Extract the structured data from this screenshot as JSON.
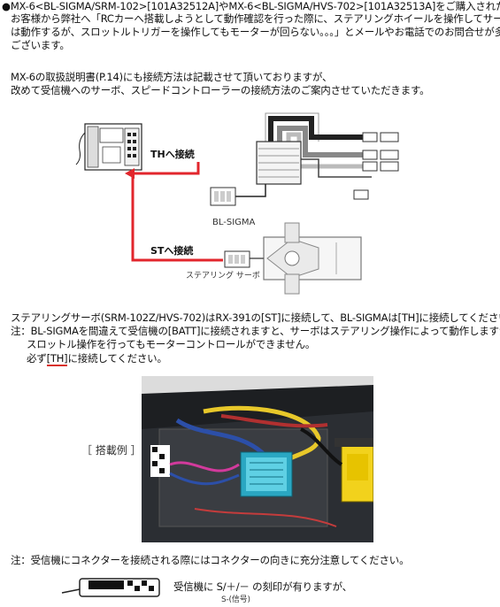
{
  "text": {
    "line1": "●MX-6<BL-SIGMA/SRM-102>[101A32512A]やMX-6<BL-SIGMA/HVS-702>[101A32513A]をご購入された",
    "line2": "お客様から弊社へ「RCカーへ搭載しようとして動作確認を行った際に、ステアリングホイールを操作してサーボ",
    "line3": "は動作するが、スロットルトリガーを操作してもモーターが回らない。。。」とメールやお電話でのお問合せが多数",
    "line4": "ございます。",
    "line5": "MX-6の取扱説明書(P.14)にも接続方法は記載させて頂いておりますが、",
    "line6": "改めて受信機へのサーボ、スピードコントローラーの接続方法のご案内させていただきます。",
    "line7": "ステアリングサーボ(SRM-102Z/HVS-702)はRX-391の[ST]に接続して、BL-SIGMAは[TH]に接続してください。",
    "line8": "注：BL-SIGMAを間違えて受信機の[BATT]に接続されますと、サーボはステアリング操作によって動作しますが、",
    "line9": "スロットル操作を行ってもモーターコントロールができません。",
    "line10_pre": "必ず",
    "line10_th": "[TH]",
    "line10_post": "に接続してください。",
    "line11": "注：受信機にコネクターを接続される際にはコネクターの向きに充分注意してください。",
    "line12": "受信機に S/＋/－ の刻印が有りますが、",
    "line13": "S-(信号)"
  },
  "diagram": {
    "th_label": "THへ接続",
    "st_label": "STへ接続",
    "esc_label": "BL-SIGMA",
    "servo_label": "ステアリング サーボ"
  },
  "photo": {
    "label": "［ 搭載例 ］"
  },
  "colors": {
    "arrow_red": "#e2262c",
    "underline_red": "#d9302a"
  }
}
